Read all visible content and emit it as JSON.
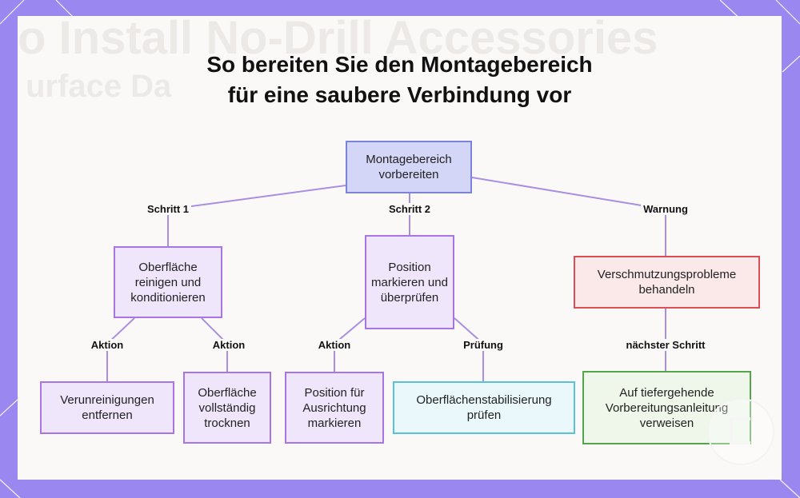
{
  "title": {
    "line1": "So bereiten Sie den Montagebereich",
    "line2": "für eine saubere Verbindung vor"
  },
  "background_text": {
    "line1": "o Install No-Drill Accessories",
    "line2": "urface Da"
  },
  "nodes": {
    "root": "Montagebereich vorbereiten",
    "clean": "Oberfläche reinigen und konditionieren",
    "mark": "Position markieren und überprüfen",
    "contamination": "Verschmutzungsprobleme behandeln",
    "remove": "Verunreinigungen entfernen",
    "dry": "Oberfläche vollständig trocknen",
    "align": "Position für Ausrichtung markieren",
    "stability": "Oberflächenstabilisierung prüfen",
    "refer": "Auf tiefergehende Vorbereitungsanleitung verweisen"
  },
  "edges": {
    "step1": "Schritt 1",
    "step2": "Schritt 2",
    "warning": "Warnung",
    "action1": "Aktion",
    "action2": "Aktion",
    "action3": "Aktion",
    "check": "Prüfung",
    "next": "nächster Schritt"
  },
  "colors": {
    "background": "#9b87f0",
    "connector": "#a98fe3",
    "root_fill": "#d3d6f7",
    "action_border": "#a776e3",
    "warning_border": "#dd4e54",
    "check_border": "#57c2d9",
    "next_border": "#52a54a"
  },
  "icons": [
    "logo-mark"
  ]
}
